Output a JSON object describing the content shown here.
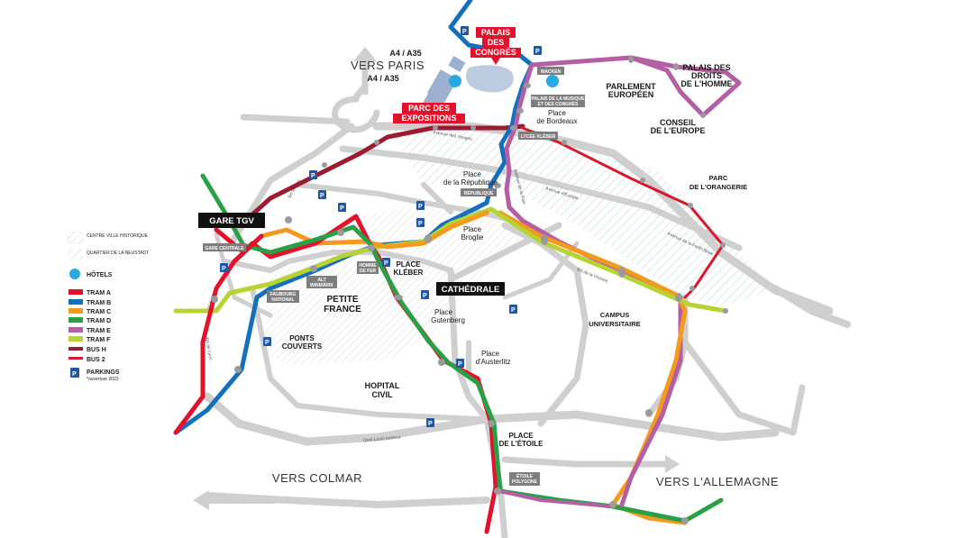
{
  "colors": {
    "tram_a": "#e3122c",
    "tram_b": "#1570bc",
    "tram_c": "#f39a1e",
    "tram_d": "#2aa046",
    "tram_e": "#b45fa4",
    "tram_f": "#b8d232",
    "bus_h": "#9b1b30",
    "bus_2": "#d7192d",
    "road": "#cfcfcf",
    "parking": "#1f57a5"
  },
  "directions": {
    "paris": "VERS PARIS",
    "colmar": "VERS COLMAR",
    "allemagne": "VERS L'ALLEMAGNE",
    "a4_top": "A4 / A35",
    "a4_bottom": "A4 / A35"
  },
  "highlights": {
    "palais_congres_1": "PALAIS",
    "palais_congres_2": "DES",
    "palais_congres_3": "CONGRÈS",
    "parc_expo_1": "PARC DES",
    "parc_expo_2": "EXPOSITIONS",
    "gare_tgv": "GARE TGV",
    "cathedrale": "CATHÉDRALE"
  },
  "places": {
    "parlement_1": "PARLEMENT",
    "parlement_2": "EUROPÉEN",
    "droits_1": "PALAIS DES",
    "droits_2": "DROITS",
    "droits_3": "DE L'HOMME",
    "conseil_1": "CONSEIL",
    "conseil_2": "DE L'EUROPE",
    "orangerie_1": "PARC",
    "orangerie_2": "DE L'ORANGERIE",
    "campus_1": "CAMPUS",
    "campus_2": "UNIVERSITAIRE",
    "place_kleber_1": "PLACE",
    "place_kleber_2": "KLÉBER",
    "petite_france_1": "PETITE",
    "petite_france_2": "FRANCE",
    "ponts_1": "PONTS",
    "ponts_2": "COUVERTS",
    "hopital_1": "HOPITAL",
    "hopital_2": "CIVIL",
    "etoile_1": "PLACE",
    "etoile_2": "DE L'ÉTOILE",
    "bordeaux_1": "Place",
    "bordeaux_2": "de Bordeaux",
    "republique_1": "Place",
    "republique_2": "de la République",
    "broglie_1": "Place",
    "broglie_2": "Broglie",
    "gutenberg_1": "Place",
    "gutenberg_2": "Gutenberg",
    "austerlitz_1": "Place",
    "austerlitz_2": "d'Austerlitz"
  },
  "stations": {
    "wacken": "WACKEN",
    "musique_1": "PALAIS DE LA MUSIQUE",
    "musique_2": "ET DES CONGRÈS",
    "lycee_kleber": "LYCÉE KLÉBER",
    "republique": "RÉPUBLIQUE",
    "gare_centrale": "GARE CENTRALE",
    "homme_fer_1": "HOMME",
    "homme_fer_2": "DE FER",
    "alt_1": "ALT",
    "alt_2": "WINMÄRIK",
    "faubourg_1": "FAUBOURG",
    "faubourg_2": "NATIONAL",
    "etoile_1": "ÉTOILE",
    "etoile_2": "POLYGONE"
  },
  "roads": {
    "vosges": "Avenue des Vosges",
    "europe": "Avenue d'Europe",
    "paix": "Avenue de la Paix",
    "foret_noire": "Avenue de la Forêt-Noire",
    "victoire": "Bd de la Victoire",
    "pasteur": "Quai Louis pasteur",
    "wilson": "Bd Wilson",
    "metz": "Bd de Metz",
    "lyon": "Bd de Lyon"
  },
  "legend": {
    "centre": "CENTRE VILLE HISTORIQUE",
    "neustadt": "QUARTIER DE LA NEUSTADT",
    "hotels": "HÔTELS",
    "tram_a": "TRAM A",
    "tram_b": "TRAM B",
    "tram_c": "TRAM C",
    "tram_d": "TRAM D",
    "tram_e": "TRAM E",
    "tram_f": "TRAM F",
    "bus_h": "BUS H",
    "bus_2": "BUS 2",
    "parkings": "PARKINGS",
    "parkings_note": "*ouverture 2023",
    "p_glyph": "P"
  }
}
